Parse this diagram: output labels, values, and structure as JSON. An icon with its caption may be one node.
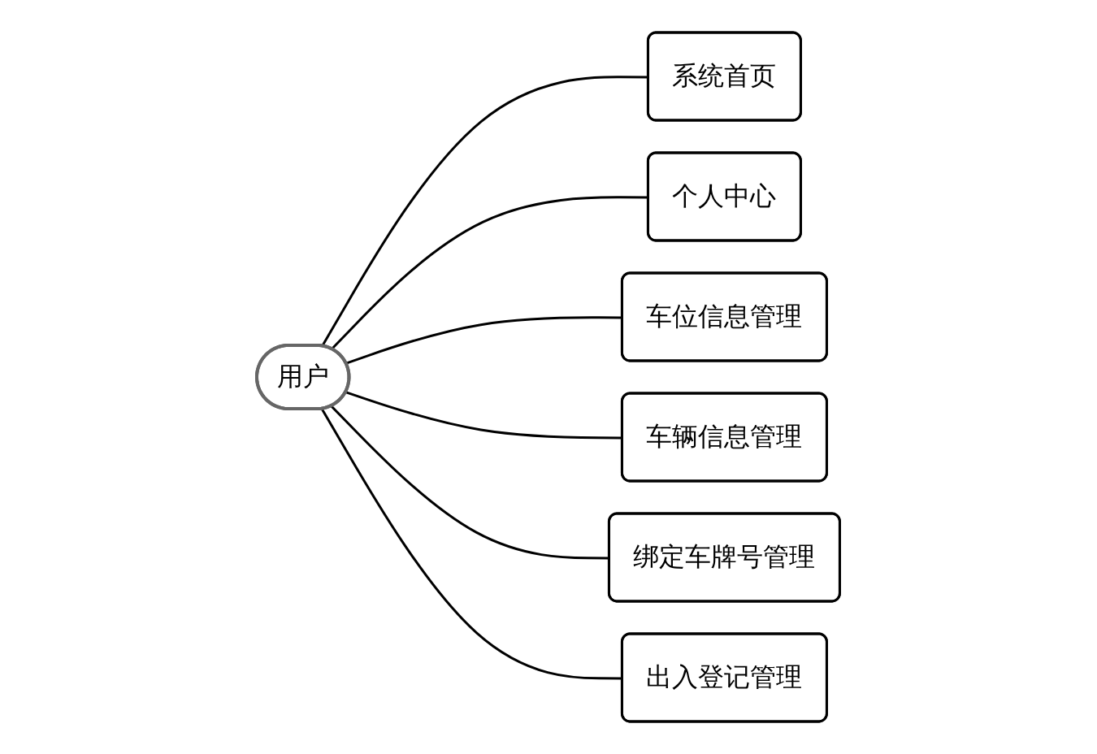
{
  "diagram": {
    "nodes": [
      {
        "text": [
          "用户"
        ]
      },
      {
        "text": [
          "系统首页"
        ]
      },
      {
        "text": [
          "个人中心"
        ]
      },
      {
        "text": [
          "车位信息管理"
        ]
      },
      {
        "text": [
          "车辆信息管理"
        ]
      },
      {
        "text": [
          "绑定车牌号管理"
        ]
      },
      {
        "text": [
          "出入登记管理"
        ]
      }
    ],
    "edges": [
      {
        "from": 0,
        "to": 1,
        "arrow": "none"
      },
      {
        "from": 0,
        "to": 2,
        "arrow": "none"
      },
      {
        "from": 0,
        "to": 3,
        "arrow": "none"
      },
      {
        "from": 0,
        "to": 4,
        "arrow": "none"
      },
      {
        "from": 0,
        "to": 5,
        "arrow": "none"
      },
      {
        "from": 0,
        "to": 6,
        "arrow": "none"
      }
    ]
  }
}
